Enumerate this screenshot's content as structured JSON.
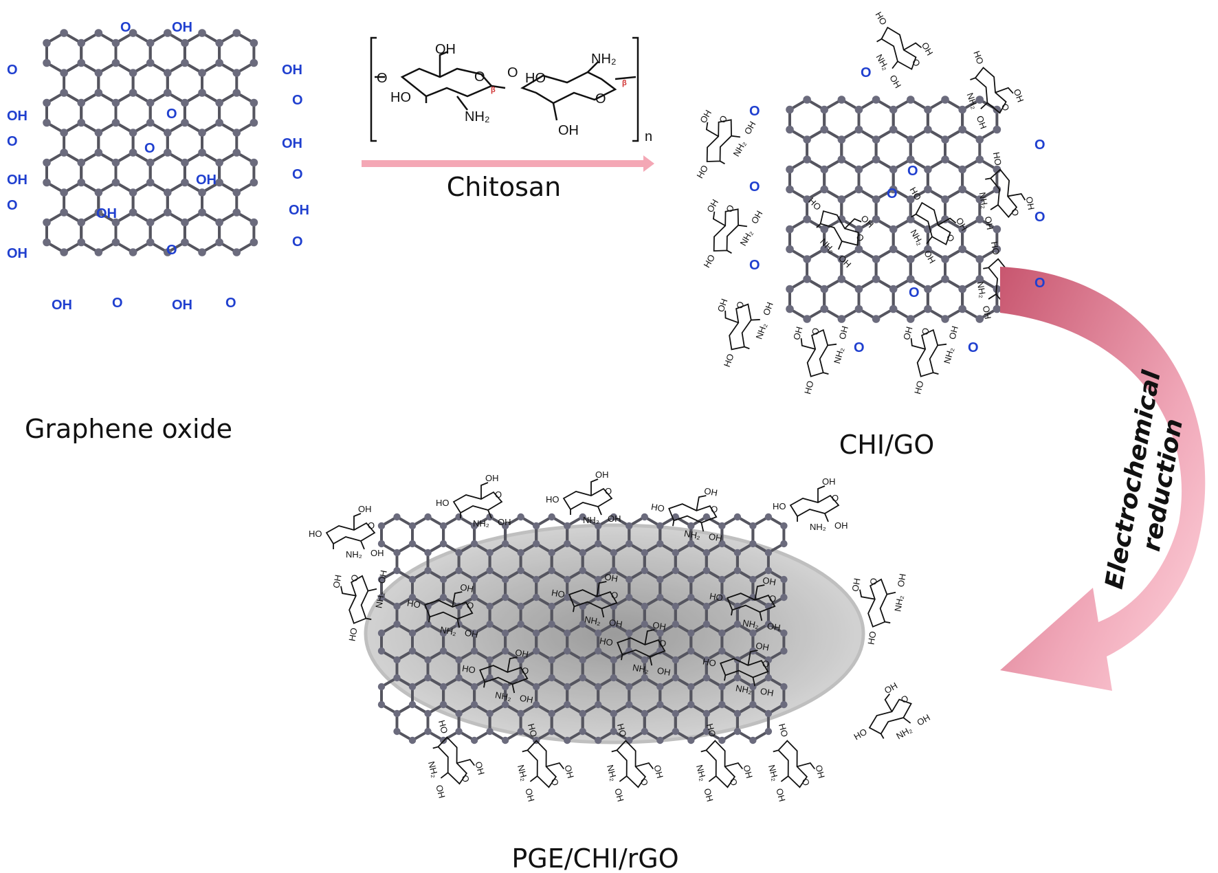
{
  "figure": {
    "labels": {
      "graphene_oxide": "Graphene oxide",
      "chitosan": "Chitosan",
      "chi_go": "CHI/GO",
      "reduction_line1": "Electrochemical",
      "reduction_line2": "reduction",
      "pge": "PGE/CHI/rGO"
    },
    "chem": {
      "oh": "OH",
      "o": "O",
      "ho": "HO",
      "nh2": "NH₂",
      "n": "n",
      "beta": "β"
    }
  },
  "colors": {
    "lattice": "#55555f",
    "atom": "#6b6b7d",
    "functional_group": "#1f3fcf",
    "arrow_pink": "#f4a7b5",
    "curved_arrow_dark": "#c8566f",
    "curved_arrow_light": "#ffd6de",
    "ellipse_fill": "#9a9a9a"
  }
}
